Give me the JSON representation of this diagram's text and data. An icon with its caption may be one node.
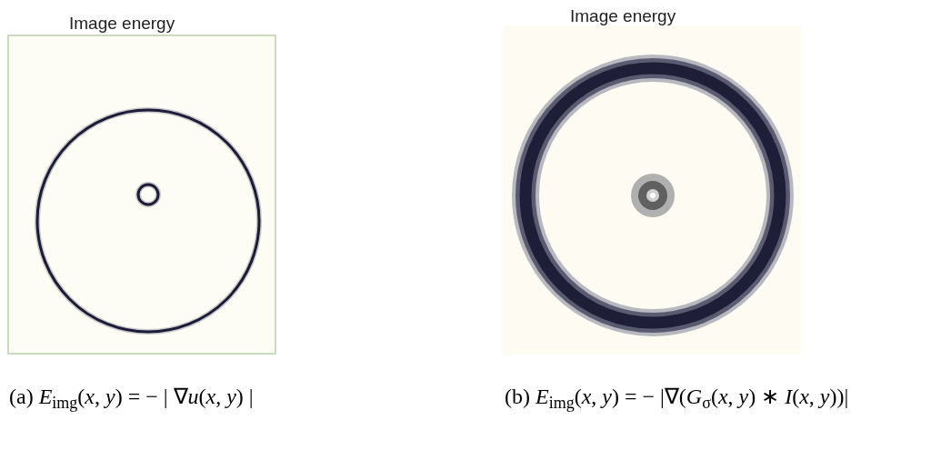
{
  "diagram": {
    "labels": [
      "Image energy",
      "Image energy",
      "(a) *E*$_{img}$(*x*, *y*) = − | ∇*u*(*x*, *y*) |",
      "(b) *E*$_{img}$(*x*, *y*) = − |∇(*G*$_{σ}$(*x*, *y*) ∗ *I*(*x*, *y*))|"
    ]
  }
}
